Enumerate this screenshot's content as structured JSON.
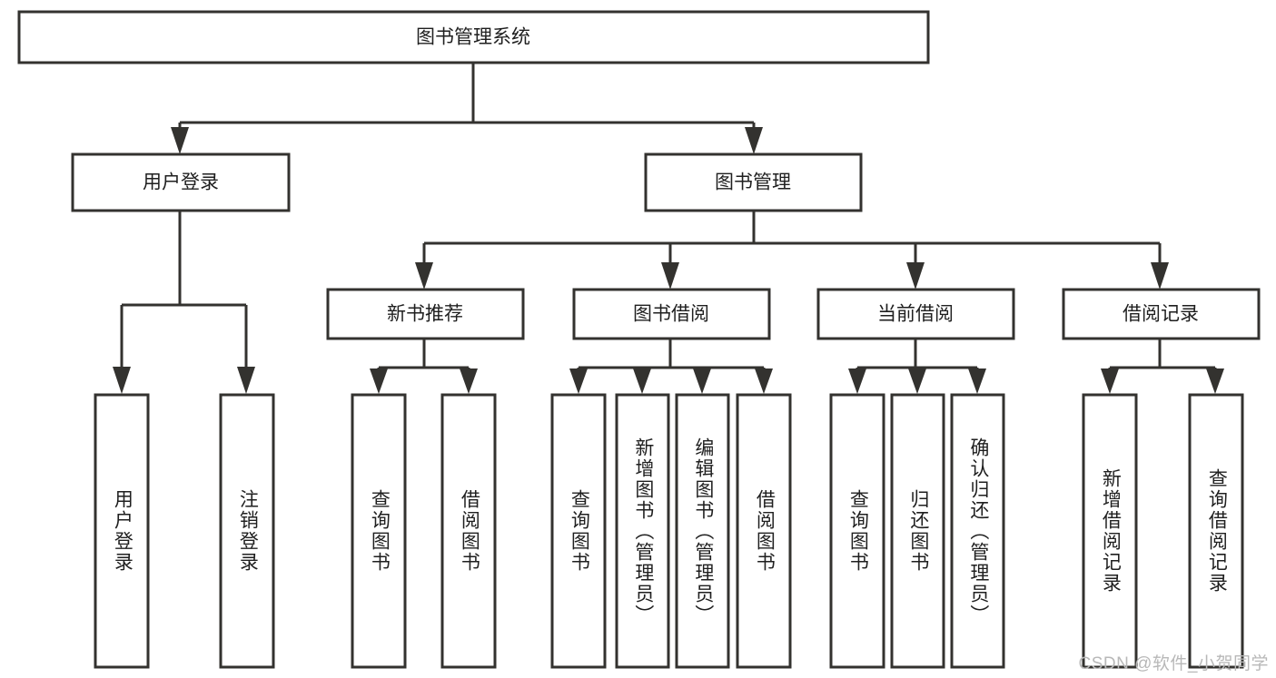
{
  "diagram": {
    "type": "tree",
    "title": "图书管理系统",
    "root": {
      "id": "root",
      "label": "图书管理系统",
      "orientation": "horizontal"
    },
    "level1": [
      {
        "id": "user-login",
        "label": "用户登录",
        "orientation": "horizontal"
      },
      {
        "id": "book-manage",
        "label": "图书管理",
        "orientation": "horizontal"
      }
    ],
    "level2": [
      {
        "id": "new-book-rec",
        "label": "新书推荐",
        "orientation": "horizontal",
        "parent": "book-manage"
      },
      {
        "id": "book-borrow",
        "label": "图书借阅",
        "orientation": "horizontal",
        "parent": "book-manage"
      },
      {
        "id": "current-borrow",
        "label": "当前借阅",
        "orientation": "horizontal",
        "parent": "book-manage"
      },
      {
        "id": "borrow-record",
        "label": "借阅记录",
        "orientation": "horizontal",
        "parent": "book-manage"
      }
    ],
    "leaves": [
      {
        "id": "leaf-user-login",
        "label": "用户登录",
        "orientation": "vertical",
        "parent": "user-login"
      },
      {
        "id": "leaf-user-logout",
        "label": "注销登录",
        "orientation": "vertical",
        "parent": "user-login"
      },
      {
        "id": "leaf-query-book-1",
        "label": "查询图书",
        "orientation": "vertical",
        "parent": "new-book-rec"
      },
      {
        "id": "leaf-borrow-book-1",
        "label": "借阅图书",
        "orientation": "vertical",
        "parent": "new-book-rec"
      },
      {
        "id": "leaf-query-book-2",
        "label": "查询图书",
        "orientation": "vertical",
        "parent": "book-borrow"
      },
      {
        "id": "leaf-add-book",
        "label": "新增图书（管理员）",
        "orientation": "vertical",
        "parent": "book-borrow"
      },
      {
        "id": "leaf-edit-book",
        "label": "编辑图书（管理员）",
        "orientation": "vertical",
        "parent": "book-borrow"
      },
      {
        "id": "leaf-borrow-book-2",
        "label": "借阅图书",
        "orientation": "vertical",
        "parent": "book-borrow"
      },
      {
        "id": "leaf-query-book-3",
        "label": "查询图书",
        "orientation": "vertical",
        "parent": "current-borrow"
      },
      {
        "id": "leaf-return-book",
        "label": "归还图书",
        "orientation": "vertical",
        "parent": "current-borrow"
      },
      {
        "id": "leaf-confirm-return",
        "label": "确认归还（管理员）",
        "orientation": "vertical",
        "parent": "current-borrow"
      },
      {
        "id": "leaf-add-record",
        "label": "新增借阅记录",
        "orientation": "vertical",
        "parent": "borrow-record"
      },
      {
        "id": "leaf-query-record",
        "label": "查询借阅记录",
        "orientation": "vertical",
        "parent": "borrow-record"
      }
    ],
    "colors": {
      "background": "#ffffff",
      "box_fill": "#ffffff",
      "box_stroke": "#33322f",
      "connector": "#33322f",
      "text": "#1f1f1f",
      "watermark": "#b8b8b8"
    }
  },
  "watermark": {
    "text": "CSDN @软件_小贺同学"
  }
}
